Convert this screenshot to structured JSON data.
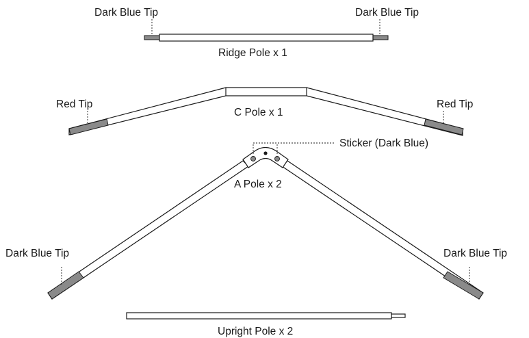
{
  "labels": {
    "ridge_left_tip": "Dark Blue Tip",
    "ridge_right_tip": "Dark Blue Tip",
    "ridge_pole": "Ridge Pole x 1",
    "c_left_tip": "Red Tip",
    "c_right_tip": "Red Tip",
    "c_pole": "C Pole x 1",
    "sticker": "Sticker (Dark Blue)",
    "a_pole": "A Pole x 2",
    "a_left_tip": "Dark Blue Tip",
    "a_right_tip": "Dark Blue Tip",
    "upright_pole": "Upright Pole x 2"
  },
  "colors": {
    "tip_fill": "#8a8a8a",
    "outline": "#1a1a1a"
  }
}
